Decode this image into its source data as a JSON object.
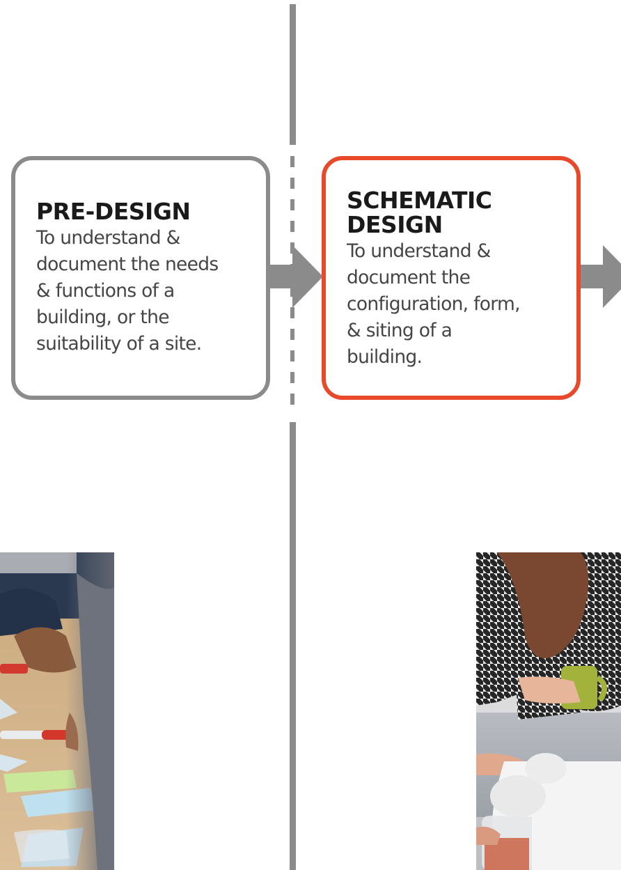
{
  "colors": {
    "divider": "#8b8b8b",
    "predesign_border": "#8b8b8b",
    "schematic_border": "#e8492b",
    "arrow": "#8b8b8b"
  },
  "phases": [
    {
      "title": "PRE-DESIGN",
      "description_lines": [
        "To understand &",
        "document the needs",
        "& functions of a",
        "building, or the",
        "suitability of a site."
      ]
    },
    {
      "title_lines": [
        "SCHEMATIC",
        "DESIGN"
      ],
      "description_lines": [
        "To understand &",
        "document the",
        "configuration, form,",
        "& siting of a",
        "building."
      ]
    }
  ],
  "icons": {
    "flow_arrow": "right-arrow-icon"
  }
}
